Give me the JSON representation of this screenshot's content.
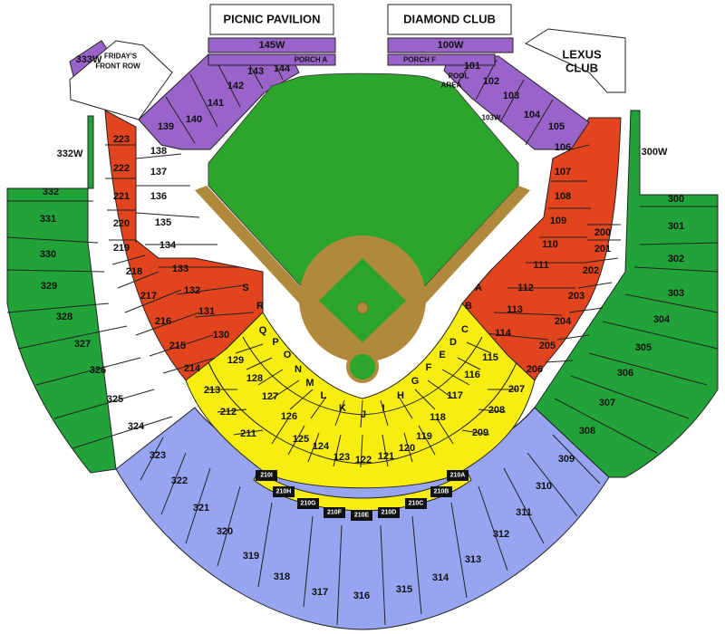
{
  "colors": {
    "outfield_green": "#22a33a",
    "upper_blue": "#97a4f2",
    "lower_red": "#e2441e",
    "infield_yellow": "#f7ee10",
    "club_purple": "#9a63c9",
    "field_green": "#2ca52c",
    "dirt": "#b08a3a",
    "black": "#111111"
  },
  "clubs": {
    "picnic": "PICNIC PAVILION",
    "diamond": "DIAMOND CLUB",
    "lexus_1": "LEXUS",
    "lexus_2": "CLUB",
    "fridays_1": "FRIDAY'S",
    "fridays_2": "FRONT ROW",
    "pool_1": "POOL",
    "pool_2": "AREA"
  },
  "porches": {
    "a": "PORCH A",
    "f": "PORCH F"
  },
  "walls": {
    "w145": "145W",
    "w100": "100W",
    "w333": "333W",
    "w332": "332W",
    "w300": "300W",
    "w103": "103W"
  },
  "sections": {
    "blue": [
      "309",
      "310",
      "311",
      "312",
      "313",
      "314",
      "315",
      "316",
      "317",
      "318",
      "319",
      "320",
      "321",
      "322",
      "323"
    ],
    "green_left": [
      "324",
      "325",
      "326",
      "327",
      "328",
      "329",
      "330",
      "331",
      "332"
    ],
    "green_right": [
      "300",
      "301",
      "302",
      "303",
      "304",
      "305",
      "306",
      "307",
      "308"
    ],
    "red_left": [
      "223",
      "222",
      "221",
      "220",
      "219",
      "218",
      "217",
      "216",
      "215",
      "214"
    ],
    "red_left_inner": [
      "138",
      "137",
      "136",
      "135",
      "134",
      "133",
      "132",
      "131",
      "130"
    ],
    "red_right": [
      "106",
      "107",
      "108",
      "109",
      "110",
      "111",
      "112",
      "113",
      "114"
    ],
    "red_right_outer": [
      "200",
      "201",
      "202",
      "203",
      "204",
      "205",
      "206"
    ],
    "purple_left": [
      "139",
      "140",
      "141",
      "142",
      "143",
      "144"
    ],
    "purple_right": [
      "101",
      "102",
      "103",
      "104",
      "105"
    ],
    "yellow_upper": [
      "213",
      "212",
      "211",
      "207",
      "208",
      "209"
    ],
    "yellow_mid": [
      "129",
      "128",
      "127",
      "126",
      "125",
      "124",
      "123",
      "122",
      "121",
      "120",
      "119",
      "118",
      "117",
      "116",
      "115"
    ],
    "yellow_letters": [
      "Q",
      "P",
      "O",
      "N",
      "M",
      "L",
      "K",
      "J",
      "I",
      "H",
      "G",
      "F",
      "E",
      "D",
      "C"
    ],
    "red_letters": [
      "S",
      "R",
      "A",
      "B"
    ],
    "suites": [
      "210I",
      "210H",
      "210G",
      "210F",
      "210E",
      "210D",
      "210C",
      "210B",
      "210A"
    ]
  }
}
